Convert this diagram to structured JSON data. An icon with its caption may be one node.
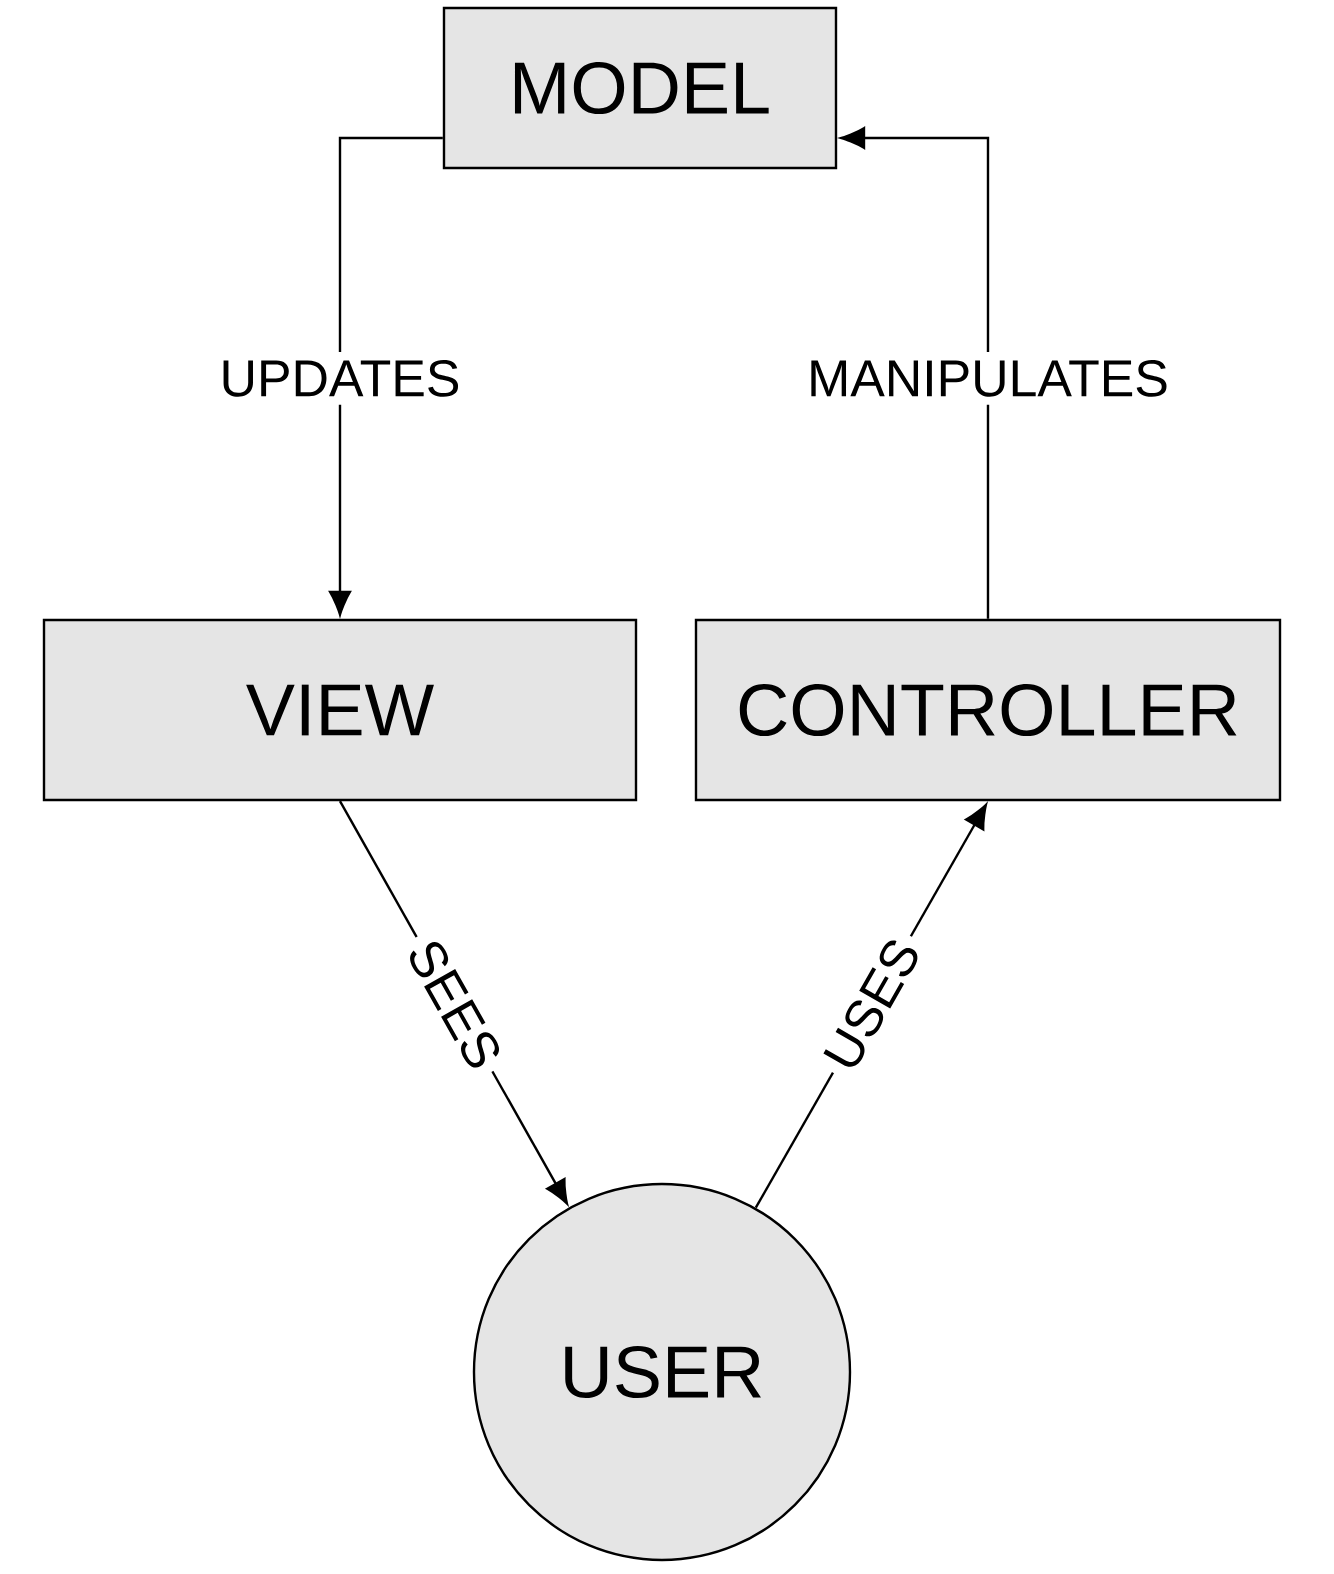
{
  "diagram": {
    "nodes": [
      {
        "text": [
          "MODEL"
        ]
      },
      {
        "text": [
          "VIEW"
        ]
      },
      {
        "text": [
          "CONTROLLER"
        ]
      },
      {
        "text": [
          "USER"
        ]
      }
    ],
    "edges": [
      {
        "from": 0,
        "to": 1,
        "arrow": "to",
        "label": "UPDATES"
      },
      {
        "from": 2,
        "to": 0,
        "arrow": "to",
        "label": "MANIPULATES"
      },
      {
        "from": 1,
        "to": 3,
        "arrow": "to",
        "label": "SEES"
      },
      {
        "from": 3,
        "to": 2,
        "arrow": "to",
        "label": "USES"
      }
    ]
  }
}
